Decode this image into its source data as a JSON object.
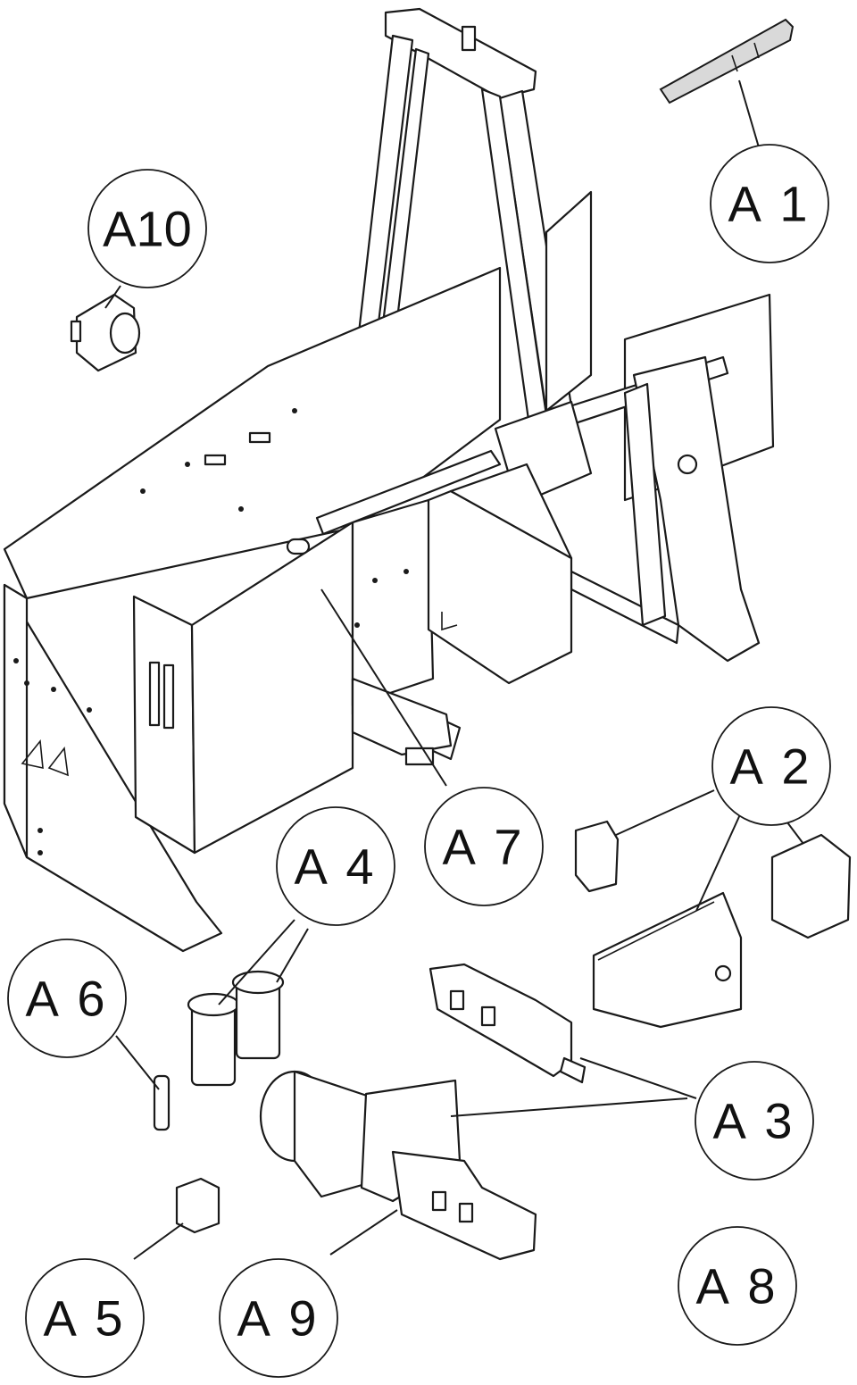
{
  "callouts": {
    "a1": "A 1",
    "a2": "A 2",
    "a3": "A 3",
    "a4": "A 4",
    "a5": "A 5",
    "a6": "A 6",
    "a7": "A 7",
    "a8": "A 8",
    "a9": "A 9",
    "a10": "A10"
  }
}
